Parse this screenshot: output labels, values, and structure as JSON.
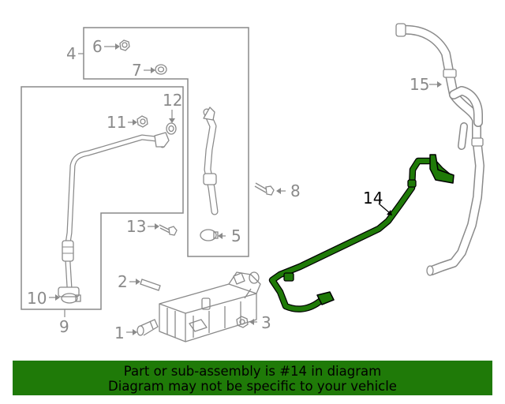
{
  "colors": {
    "highlight": "#1f7a08",
    "line": "#8a8a8a",
    "banner_bg": "#1f7a08",
    "banner_text": "#000000"
  },
  "callouts": {
    "c1": "1",
    "c2": "2",
    "c3": "3",
    "c4": "4",
    "c5": "5",
    "c6": "6",
    "c7": "7",
    "c8": "8",
    "c9": "9",
    "c10": "10",
    "c11": "11",
    "c12": "12",
    "c13": "13",
    "c14": "14",
    "c15": "15"
  },
  "highlighted_part": "14",
  "banner": {
    "line1": "Part or sub-assembly is #14 in diagram",
    "line2": "Diagram may not be specific to your vehicle"
  }
}
